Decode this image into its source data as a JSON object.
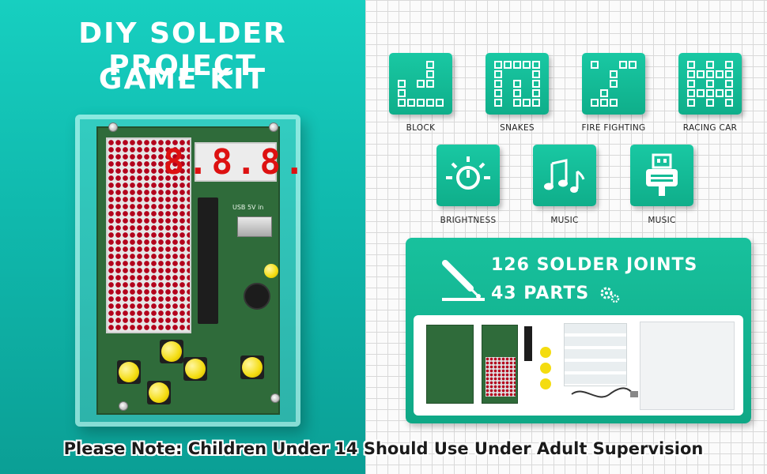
{
  "hero": {
    "title_line1": "DIY SOLDER PROJECT",
    "title_line2": "GAME KIT",
    "display_digits": "8.8.8.",
    "usb_label": "USB 5V in"
  },
  "features": [
    {
      "label": "BLOCK",
      "icon": "block-game-icon"
    },
    {
      "label": "SNAKES",
      "icon": "snake-game-icon"
    },
    {
      "label": "FIRE FIGHTING",
      "icon": "fire-fighting-game-icon"
    },
    {
      "label": "RACING CAR",
      "icon": "racing-car-game-icon"
    },
    {
      "label": "BRIGHTNESS",
      "icon": "brightness-icon"
    },
    {
      "label": "MUSIC",
      "icon": "music-note-icon"
    },
    {
      "label": "MUSIC",
      "icon": "usb-plug-icon"
    }
  ],
  "stats": {
    "solder_joints": "126 SOLDER JOINTS",
    "parts": "43 PARTS"
  },
  "note": "Please Note: Children Under 14 Should Use Under Adult Supervision",
  "colors": {
    "teal": "#10b9ad",
    "tile_green": "#13bb96",
    "button_yellow": "#f4dc10",
    "led_red": "#b3001b"
  }
}
